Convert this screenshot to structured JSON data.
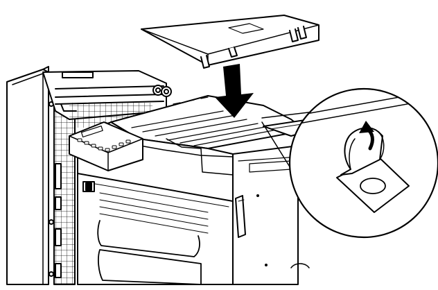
{
  "illustration": {
    "stroke_color": "#000000",
    "fill_color": "#ffffff",
    "parts": {
      "cover": "cover-unit",
      "arrow": "down-arrow-icon",
      "printer": "printer-body",
      "door": "side-door-open",
      "panel": "control-panel",
      "detail": "detail-magnifier",
      "tab": "tab-peel-icon",
      "curved_arrow": "curved-arrow-icon"
    }
  }
}
